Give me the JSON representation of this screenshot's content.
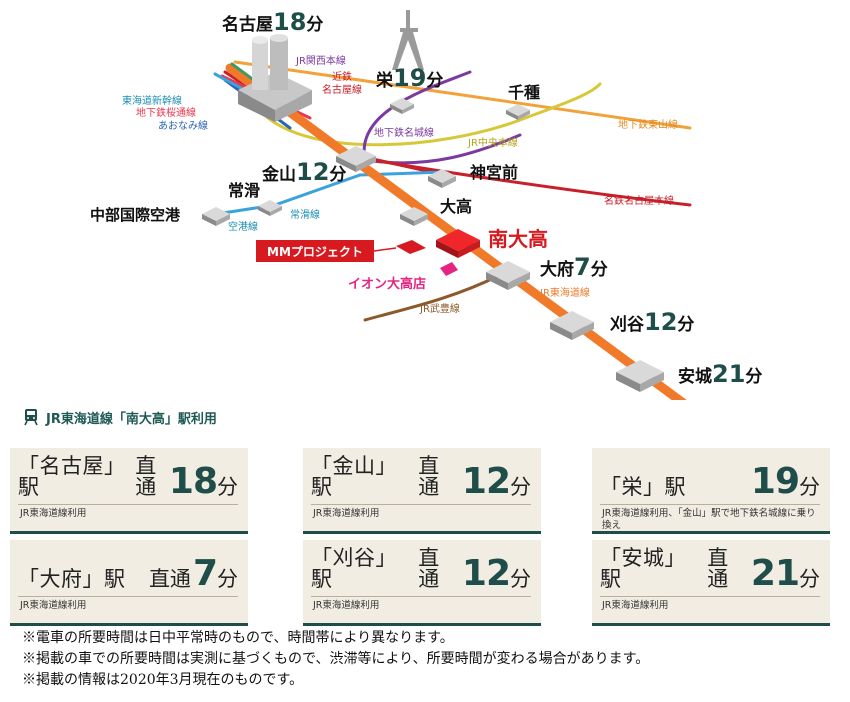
{
  "map": {
    "destination": "南大高",
    "project": "MMプロジェクト",
    "aeon": "イオン大高店",
    "stations": {
      "nagoya": {
        "name": "名古屋",
        "num": "18",
        "unit": "分"
      },
      "sakae": {
        "name": "栄",
        "num": "19",
        "unit": "分"
      },
      "chikusa": {
        "name": "千種"
      },
      "kanayama": {
        "name": "金山",
        "num": "12",
        "unit": "分"
      },
      "jingumae": {
        "name": "神宮前"
      },
      "tokoname": {
        "name": "常滑"
      },
      "airport": {
        "name": "中部国際空港"
      },
      "odaka": {
        "name": "大高"
      },
      "obu": {
        "name": "大府",
        "num": "7",
        "unit": "分"
      },
      "kariya": {
        "name": "刈谷",
        "num": "12",
        "unit": "分"
      },
      "anjo": {
        "name": "安城",
        "num": "21",
        "unit": "分"
      }
    },
    "lines": {
      "jr_kansai": "JR関西本線",
      "kintetsu": [
        "近鉄",
        "名古屋線"
      ],
      "shinkansen": "東海道新幹線",
      "sakuradori": "地下鉄桜通線",
      "aonami": "あおなみ線",
      "higashiyama": "地下鉄東山線",
      "meijo": "地下鉄名城線",
      "chuo": "JR中央本線",
      "meitetsu": "名鉄名古屋本線",
      "tokoname_line": "常滑線",
      "airport_line": "空港線",
      "jr_tokaido": "JR東海道線",
      "jr_taketoyo": "JR武豊線"
    }
  },
  "route_header": "JR東海道線「南大高」駅利用",
  "cards": [
    {
      "station": "「名古屋」駅",
      "prefix": "直通",
      "num": "18",
      "unit": "分",
      "note": "JR東海道線利用"
    },
    {
      "station": "「金山」駅",
      "prefix": "直通",
      "num": "12",
      "unit": "分",
      "note": "JR東海道線利用"
    },
    {
      "station": "「栄」駅",
      "prefix": "",
      "num": "19",
      "unit": "分",
      "note": "JR東海道線利用、「金山」駅で地下鉄名城線に乗り換え"
    },
    {
      "station": "「大府」駅",
      "prefix": "直通",
      "num": "7",
      "unit": "分",
      "note": "JR東海道線利用"
    },
    {
      "station": "「刈谷」駅",
      "prefix": "直通",
      "num": "12",
      "unit": "分",
      "note": "JR東海道線利用"
    },
    {
      "station": "「安城」駅",
      "prefix": "直通",
      "num": "21",
      "unit": "分",
      "note": "JR東海道線利用"
    }
  ],
  "footnotes": [
    "※電車の所要時間は日中平常時のもので、時間帯により異なります。",
    "※掲載の車での所要時間は実測に基づくもので、渋滞等により、所要時間が変わる場合があります。",
    "※掲載の情報は2020年3月現在のものです。"
  ],
  "colors": {
    "teal": "#1f4d49",
    "jr_tokaido": "#f07a2a",
    "meitetsu": "#c8202b",
    "higashiyama": "#f2a23a",
    "meijo": "#7b3aa0",
    "chuo": "#d7c83a",
    "aonami": "#2a63b8",
    "sakuradori": "#e9374e",
    "airport_line": "#3aa2dc",
    "taketoyo": "#8a5a2b",
    "highlight": "#d61a1f",
    "aeon": "#e62582"
  }
}
